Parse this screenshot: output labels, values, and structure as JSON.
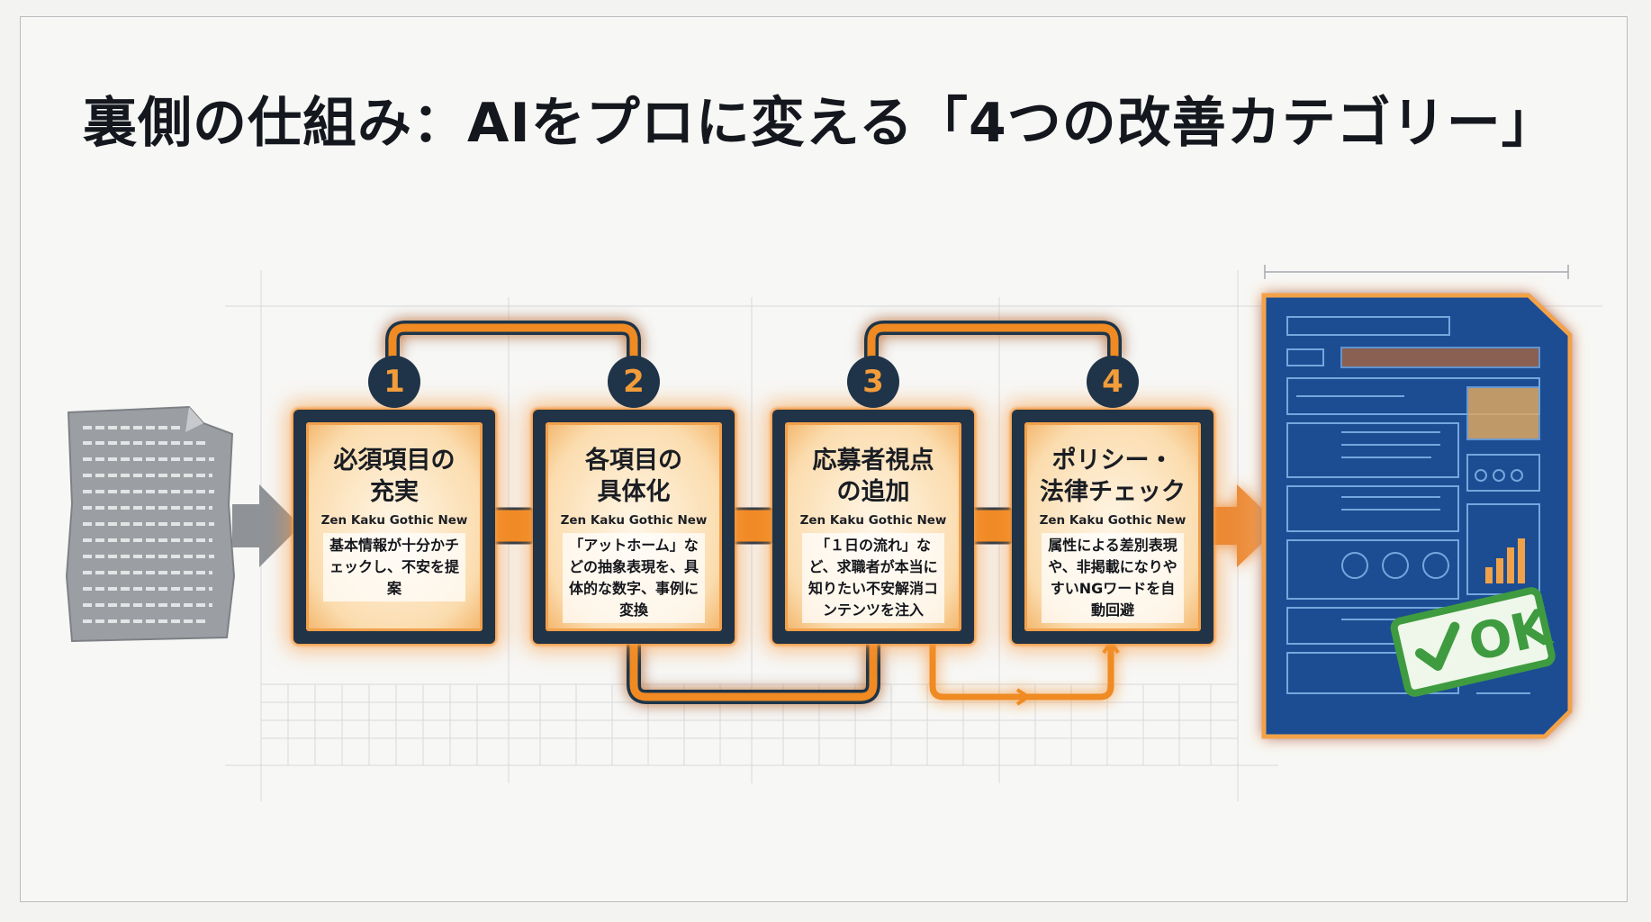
{
  "title": "裏側の仕組み：AIをプロに変える「4つの改善カテゴリー」",
  "steps": [
    {
      "number": "1",
      "title": "必須項目の\n充実",
      "font_label": "Zen Kaku Gothic New",
      "description": "基本情報が十分かチェックし、不安を提案"
    },
    {
      "number": "2",
      "title": "各項目の\n具体化",
      "font_label": "Zen Kaku Gothic New",
      "description": "「アットホーム」などの抽象表現を、具体的な数字、事例に変換"
    },
    {
      "number": "3",
      "title": "応募者視点\nの追加",
      "font_label": "Zen Kaku Gothic New",
      "description": "「１日の流れ」など、求職者が本当に知りたい不安解消コンテンツを注入"
    },
    {
      "number": "4",
      "title": "ポリシー・\n法律チェック",
      "font_label": "Zen Kaku Gothic New",
      "description": "属性による差別表現や、非掲載になりやすいNGワードを自動回避"
    }
  ],
  "output": {
    "stamp": "OK"
  },
  "colors": {
    "accent": "#f08a24",
    "navy": "#213346",
    "blueprint": "#1d4d93"
  }
}
